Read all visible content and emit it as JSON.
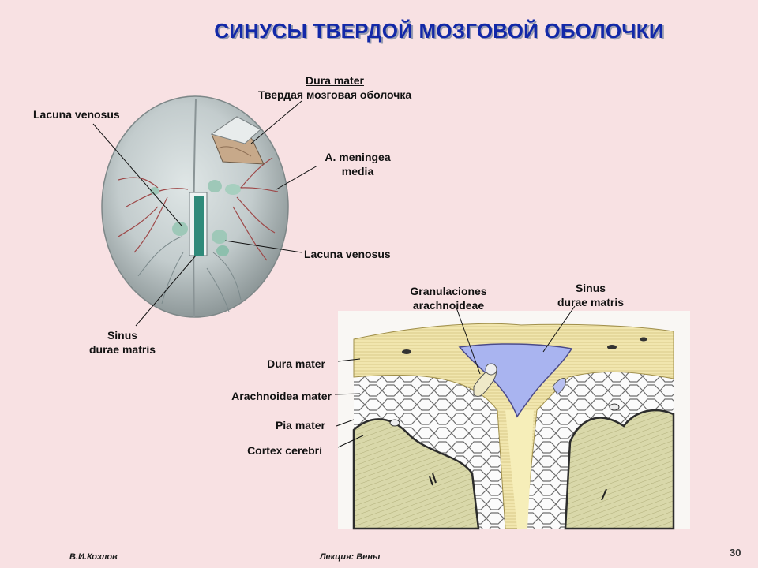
{
  "title": "СИНУСЫ ТВЕРДОЙ МОЗГОВОЙ ОБОЛОЧКИ",
  "labels": {
    "lacuna_top": "Lacuna venosus",
    "dura_mater_latin": "Dura mater",
    "dura_mater_ru": "Твердая мозговая оболочка",
    "meningea_1": "A. meningea",
    "meningea_2": "media",
    "lacuna_right": "Lacuna venosus",
    "sinus_left_1": "Sinus",
    "sinus_left_2": "durae matris",
    "granulaciones_1": "Granulaciones",
    "granulaciones_2": "arachnoideae",
    "sinus_right_1": "Sinus",
    "sinus_right_2": "durae matris",
    "dura_mater_2": "Dura mater",
    "arachnoidea": "Arachnoidea mater",
    "pia": "Pia mater",
    "cortex": "Cortex cerebri"
  },
  "footer": {
    "author": "В.И.Козлов",
    "lecture": "Лекция:  Вены",
    "page": "30"
  },
  "colors": {
    "background": "#f8e1e3",
    "title": "#1228a8",
    "sinus": "#a9b4f0",
    "dura": "#efe3a8",
    "cortex": "#d7d6a7"
  }
}
